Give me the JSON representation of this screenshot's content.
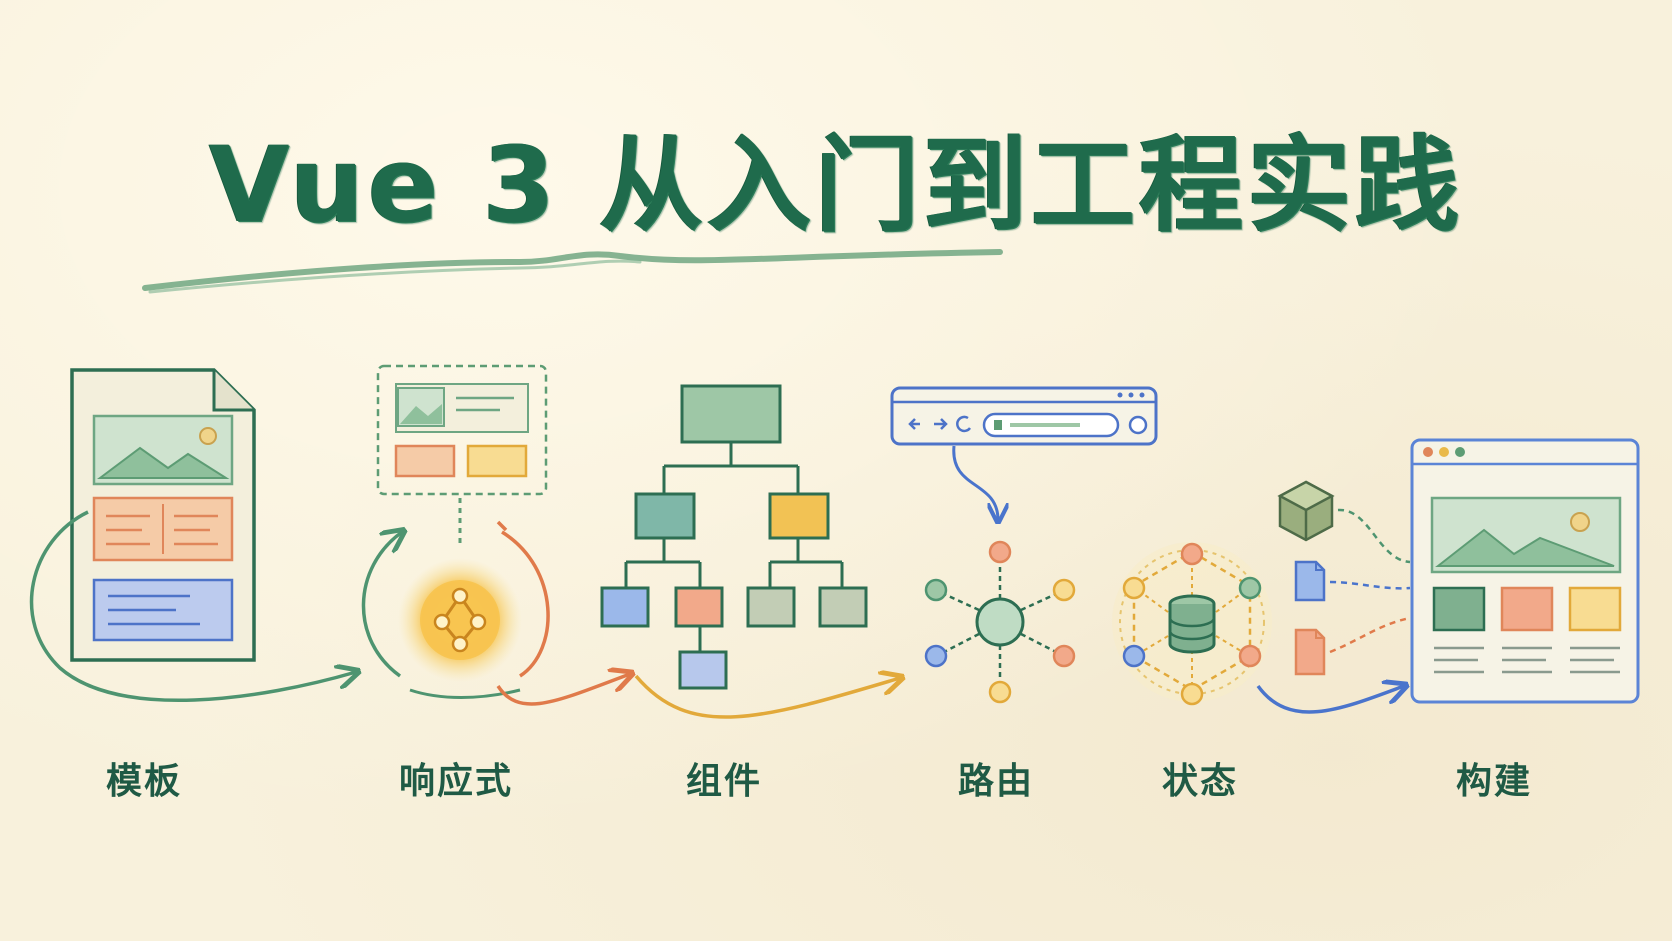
{
  "title": "Vue 3 从入门到工程实践",
  "steps": [
    {
      "label": "模板"
    },
    {
      "label": "响应式"
    },
    {
      "label": "组件"
    },
    {
      "label": "路由"
    },
    {
      "label": "状态"
    },
    {
      "label": "构建"
    }
  ],
  "colors": {
    "green": "#5a9e7a",
    "dark_green": "#1f6b4c",
    "orange": "#e08a5a",
    "yellow": "#e9b949",
    "blue": "#5b84d6",
    "gray_green": "#9aae96",
    "paper": "#f8f1dc"
  }
}
